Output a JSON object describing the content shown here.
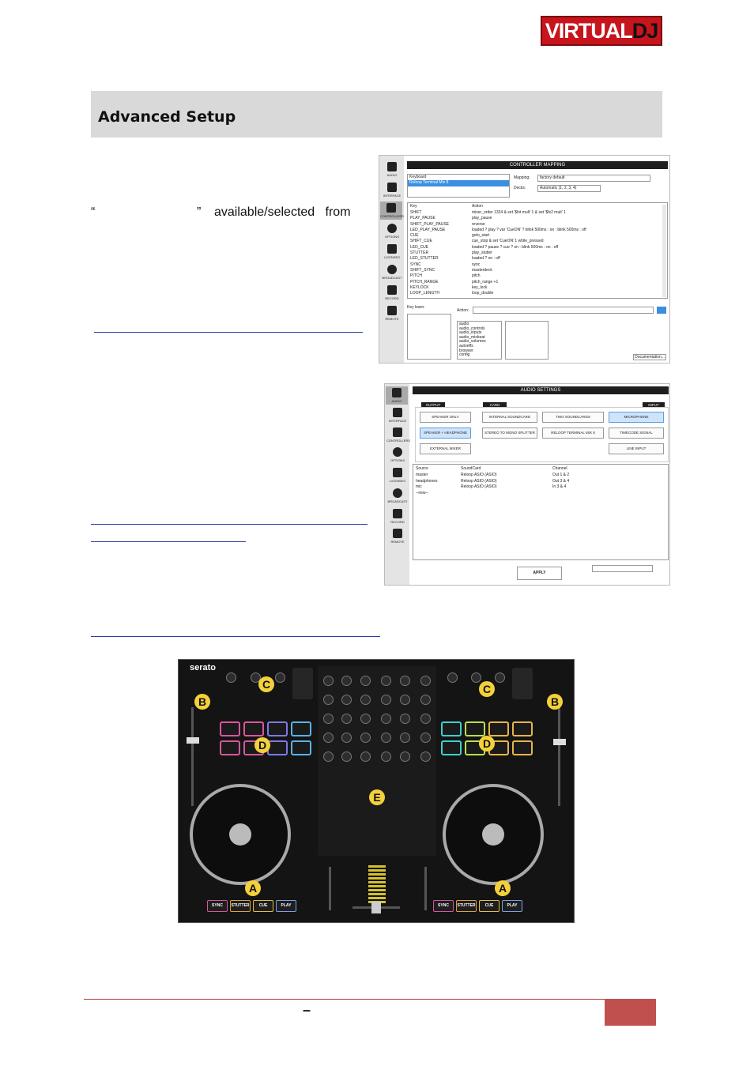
{
  "logo": {
    "part1": "VIRTUAL",
    "part2": "DJ"
  },
  "section": {
    "title": "Advanced Setup"
  },
  "paragraph": {
    "open_quote": "“",
    "close_quote": "”",
    "tail": "available/selected   from"
  },
  "footer": {
    "dash": "–"
  },
  "controller_mapping": {
    "header": "CONTROLLER MAPPING",
    "devices": [
      "Keyboard",
      "Reloop Terminal Mix 8"
    ],
    "mapping_label": "Mapping:",
    "mapping_value": "factory default",
    "decks_label": "Decks:",
    "decks_value": "Automatic (1, 2, 3, 4)",
    "col_key": "Key",
    "col_action": "Action",
    "rows": [
      {
        "key": "SHIFT",
        "action": "mixer_order 1324 & set '$fxt mult' 1 & set '$fx2 mult' 1"
      },
      {
        "key": "PLAY_PAUSE",
        "action": "play_pause"
      },
      {
        "key": "SHIFT_PLAY_PAUSE",
        "action": "reverse"
      },
      {
        "key": "LED_PLAY_PAUSE",
        "action": "loaded ? play ? var 'CueON' ? blink 500ms : on : blink 500ms : off"
      },
      {
        "key": "CUE",
        "action": "goto_start"
      },
      {
        "key": "SHIFT_CUE",
        "action": "cue_stop & set 'CueON' 1 while_pressed"
      },
      {
        "key": "LED_CUE",
        "action": "loaded ? pause ? cue ? on : blink 500ms : on : off"
      },
      {
        "key": "STUTTER",
        "action": "play_stutter"
      },
      {
        "key": "LED_STUTTER",
        "action": "loaded ? on : off"
      },
      {
        "key": "SYNC",
        "action": "sync"
      },
      {
        "key": "SHIFT_SYNC",
        "action": "masterdeck"
      },
      {
        "key": "PITCH",
        "action": "pitch"
      },
      {
        "key": "PITCH_RANGE",
        "action": "pitch_range +1"
      },
      {
        "key": "KEYLOCK",
        "action": "key_lock"
      },
      {
        "key": "LOOP_LENGTH",
        "action": "loop_double"
      }
    ],
    "key_learn_label": "Key learn:",
    "action_label": "Action:",
    "categories": [
      "audio",
      "audio_controls",
      "audio_inputs",
      "audio_mixbeat",
      "audio_volumes",
      "autoeffs",
      "browser",
      "config"
    ],
    "doc_button": "Documentation..."
  },
  "vdj_sidebar": [
    "AUDIO",
    "INTERFACE",
    "CONTROLLERS",
    "OPTIONS",
    "LICENSES",
    "BROADCAST",
    "RECORD",
    "REMOTE"
  ],
  "audio_settings": {
    "header": "AUDIO SETTINGS",
    "tab_output": "OUTPUT",
    "tab_card": "CARD",
    "tab_input": "INPUT",
    "output_buttons": [
      "SPEAKER ONLY",
      "SPEAKER + HEADPHONE",
      "EXTERNAL MIXER"
    ],
    "card_buttons": [
      "INTERNAL SOUNDCARD",
      "TWO SOUNDCARDS",
      "STEREO TO MONO SPLITTER",
      "RELOOP TERMINAL MIX 8"
    ],
    "input_buttons": [
      "MICROPHONE",
      "TIMECODE SIGNAL",
      "LINE INPUT"
    ],
    "col_source": "Source",
    "col_card": "SoundCard",
    "col_channel": "Channel",
    "rows": [
      {
        "source": "master",
        "card": "Reloop ASIO (ASIO)",
        "channel": "Out 1 & 2"
      },
      {
        "source": "headphones",
        "card": "Reloop ASIO (ASIO)",
        "channel": "Out 3 & 4"
      },
      {
        "source": "mic",
        "card": "Reloop ASIO (ASIO)",
        "channel": "In 3 & 4"
      },
      {
        "source": "--new--",
        "card": "",
        "channel": ""
      }
    ],
    "apply": "APPLY"
  },
  "controller_image": {
    "brand": "serato",
    "markers": [
      "A",
      "B",
      "C",
      "D",
      "E"
    ],
    "buttons": [
      "SYNC",
      "STUTTER",
      "CUE",
      "PLAY"
    ]
  }
}
